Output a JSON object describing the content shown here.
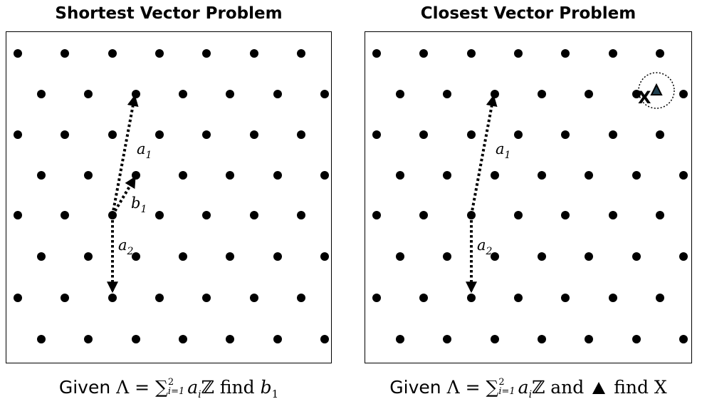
{
  "svp": {
    "title": "Shortest Vector Problem",
    "label_a1": "a",
    "label_a1_sub": "1",
    "label_b1": "b",
    "label_b1_sub": "1",
    "label_a2": "a",
    "label_a2_sub": "2",
    "caption": {
      "given": "Given",
      "lambda": "Λ",
      "eq": "=",
      "sum": "∑",
      "sum_upper": "2",
      "sum_lower": "i=1",
      "a": "a",
      "a_sub": "i",
      "z": "ℤ",
      "find": "find",
      "b": "b",
      "b_sub": "1"
    }
  },
  "cvp": {
    "title": "Closest Vector Problem",
    "label_a1": "a",
    "label_a1_sub": "1",
    "label_a2": "a",
    "label_a2_sub": "2",
    "x_marker": "X",
    "caption": {
      "given": "Given",
      "lambda": "Λ",
      "eq": "=",
      "sum": "∑",
      "sum_upper": "2",
      "sum_lower": "i=1",
      "a": "a",
      "a_sub": "i",
      "z": "ℤ",
      "and": "and",
      "find": "find",
      "x": "X"
    }
  },
  "colors": {
    "dot": "#000000",
    "border": "#000000",
    "target": "#1f3f4f"
  }
}
